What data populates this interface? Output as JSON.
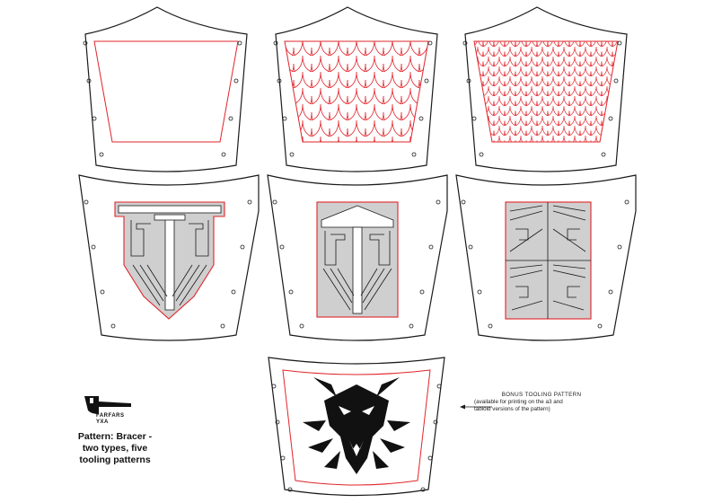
{
  "brand": {
    "line1": "FARFARS",
    "line2": "YXA",
    "icon": "axe-icon"
  },
  "caption": {
    "line1": "Pattern: Bracer -",
    "line2": "two types, five",
    "line3": "tooling patterns"
  },
  "bonus_note": {
    "title": "BONUS TOOLING PATTERN",
    "line1": "(available for printing on the a3 and",
    "line2": "tabloid versions of the pattern)"
  },
  "colors": {
    "outline": "#1a1a1a",
    "cut_line": "#e0242a",
    "fill_gray": "#cfcfcf",
    "emblem": "#111111"
  }
}
